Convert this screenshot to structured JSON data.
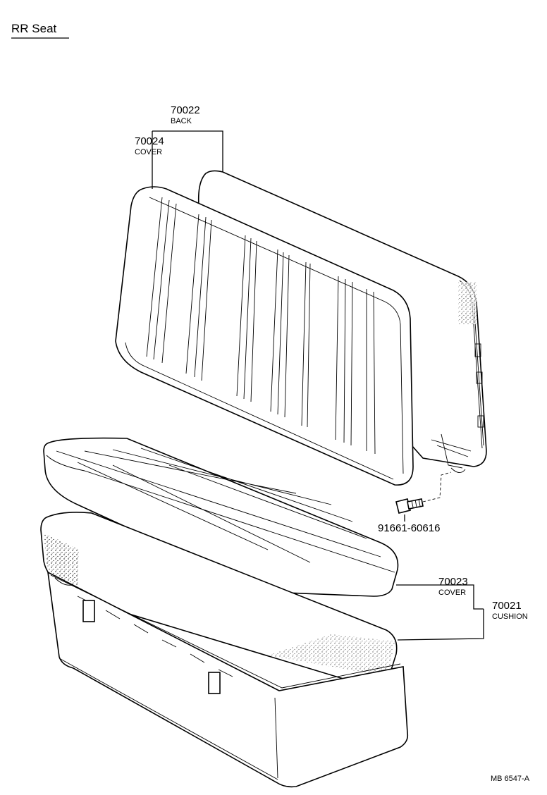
{
  "title": "RR  Seat",
  "parts": {
    "back": {
      "number": "70022",
      "name": "BACK"
    },
    "back_cover": {
      "number": "70024",
      "name": "COVER"
    },
    "bolt": {
      "number": "91661-60616"
    },
    "cushion_cover": {
      "number": "70023",
      "name": "COVER"
    },
    "cushion": {
      "number": "70021",
      "name": "CUSHION"
    }
  },
  "ref_code": "MB  6547-A"
}
